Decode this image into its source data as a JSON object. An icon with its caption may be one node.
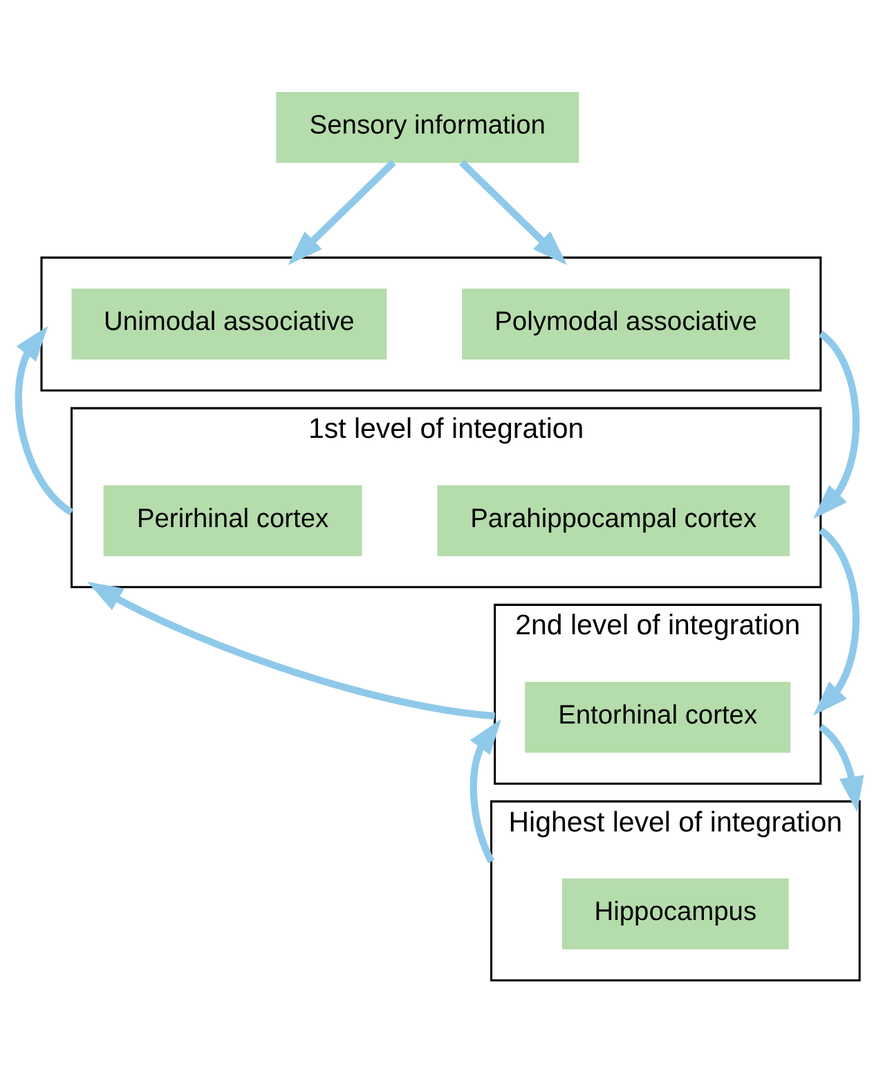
{
  "diagram": {
    "nodes": [
      {
        "text": [
          "Sensory information"
        ]
      },
      {
        "text": [],
        "shape": "box"
      },
      {
        "text": [
          "Unimodal associative"
        ],
        "in": 1
      },
      {
        "text": [
          "Polymodal associative"
        ],
        "in": 1
      },
      {
        "text": [
          "1st level of integration"
        ]
      },
      {
        "text": [
          "Perirhinal cortex"
        ],
        "in": 4
      },
      {
        "text": [
          "Parahippocampal cortex"
        ],
        "in": 4
      },
      {
        "text": [
          "2nd level of integration"
        ]
      },
      {
        "text": [
          "Entorhinal cortex"
        ],
        "in": 7
      },
      {
        "text": [
          "Highest level of integration"
        ]
      },
      {
        "text": [
          "Hippocampus"
        ],
        "in": 9
      }
    ],
    "edges": [
      {
        "from": 0,
        "to": 1,
        "arrow": "to"
      },
      {
        "from": 0,
        "to": 1,
        "arrow": "to"
      },
      {
        "from": 1,
        "to": 4,
        "arrow": "to"
      },
      {
        "from": 4,
        "to": 1,
        "arrow": "to"
      },
      {
        "from": 4,
        "to": 7,
        "arrow": "to"
      },
      {
        "from": 7,
        "to": 4,
        "arrow": "to"
      },
      {
        "from": 7,
        "to": 9,
        "arrow": "to"
      },
      {
        "from": 9,
        "to": 7,
        "arrow": "to"
      }
    ]
  }
}
